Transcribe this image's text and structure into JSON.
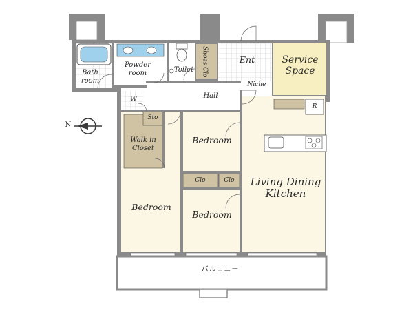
{
  "rooms": {
    "bath_room": "Bath\nroom",
    "powder_room": "Powder\nroom",
    "toilet": "Toilet",
    "shoes_clo": "Shoes Clo",
    "ent": "Ent",
    "service_space": "Service\nSpace",
    "niche": "Niche",
    "hall": "Hall",
    "w": "W",
    "r": "R",
    "sto": "Sto",
    "walk_in_closet": "Walk in\nCloset",
    "bedroom_top": "Bedroom",
    "clo_left": "Clo",
    "clo_right": "Clo",
    "bedroom_middle": "Bedroom",
    "bedroom_left": "Bedroom",
    "living_dining_kitchen": "Living Dining\nKitchen",
    "balcony": "バルコニー"
  },
  "compass": {
    "label": "N"
  },
  "colors": {
    "wall": "#8a8a8a",
    "floor": "#fcf6e4",
    "closet": "#cfc3a4",
    "service": "#f7efc2",
    "wet": "#ffffff",
    "tile_grid": "#c8c8c8",
    "fixture_blue": "#9fd0ec",
    "outline": "#4a4a4a"
  }
}
